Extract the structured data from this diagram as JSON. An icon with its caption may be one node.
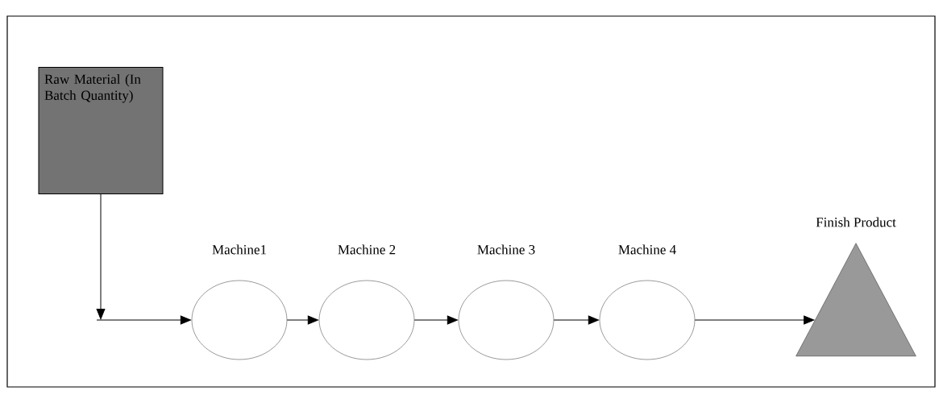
{
  "diagram": {
    "nodes": [
      {
        "text": [
          "Raw Material (In Batch Quantity)"
        ]
      },
      {
        "text": [
          "Machine1"
        ]
      },
      {
        "text": [
          "Machine 2"
        ]
      },
      {
        "text": [
          "Machine 3"
        ]
      },
      {
        "text": [
          "Machine 4"
        ]
      },
      {
        "text": [
          "Finish Product"
        ]
      }
    ],
    "edges": [
      {
        "from": 0,
        "to": null,
        "arrow": "to"
      },
      {
        "from": null,
        "to": 1,
        "arrow": "to"
      },
      {
        "from": 1,
        "to": 2,
        "arrow": "to"
      },
      {
        "from": 2,
        "to": 3,
        "arrow": "to"
      },
      {
        "from": 3,
        "to": 4,
        "arrow": "to"
      },
      {
        "from": 4,
        "to": 5,
        "arrow": "to"
      }
    ]
  }
}
